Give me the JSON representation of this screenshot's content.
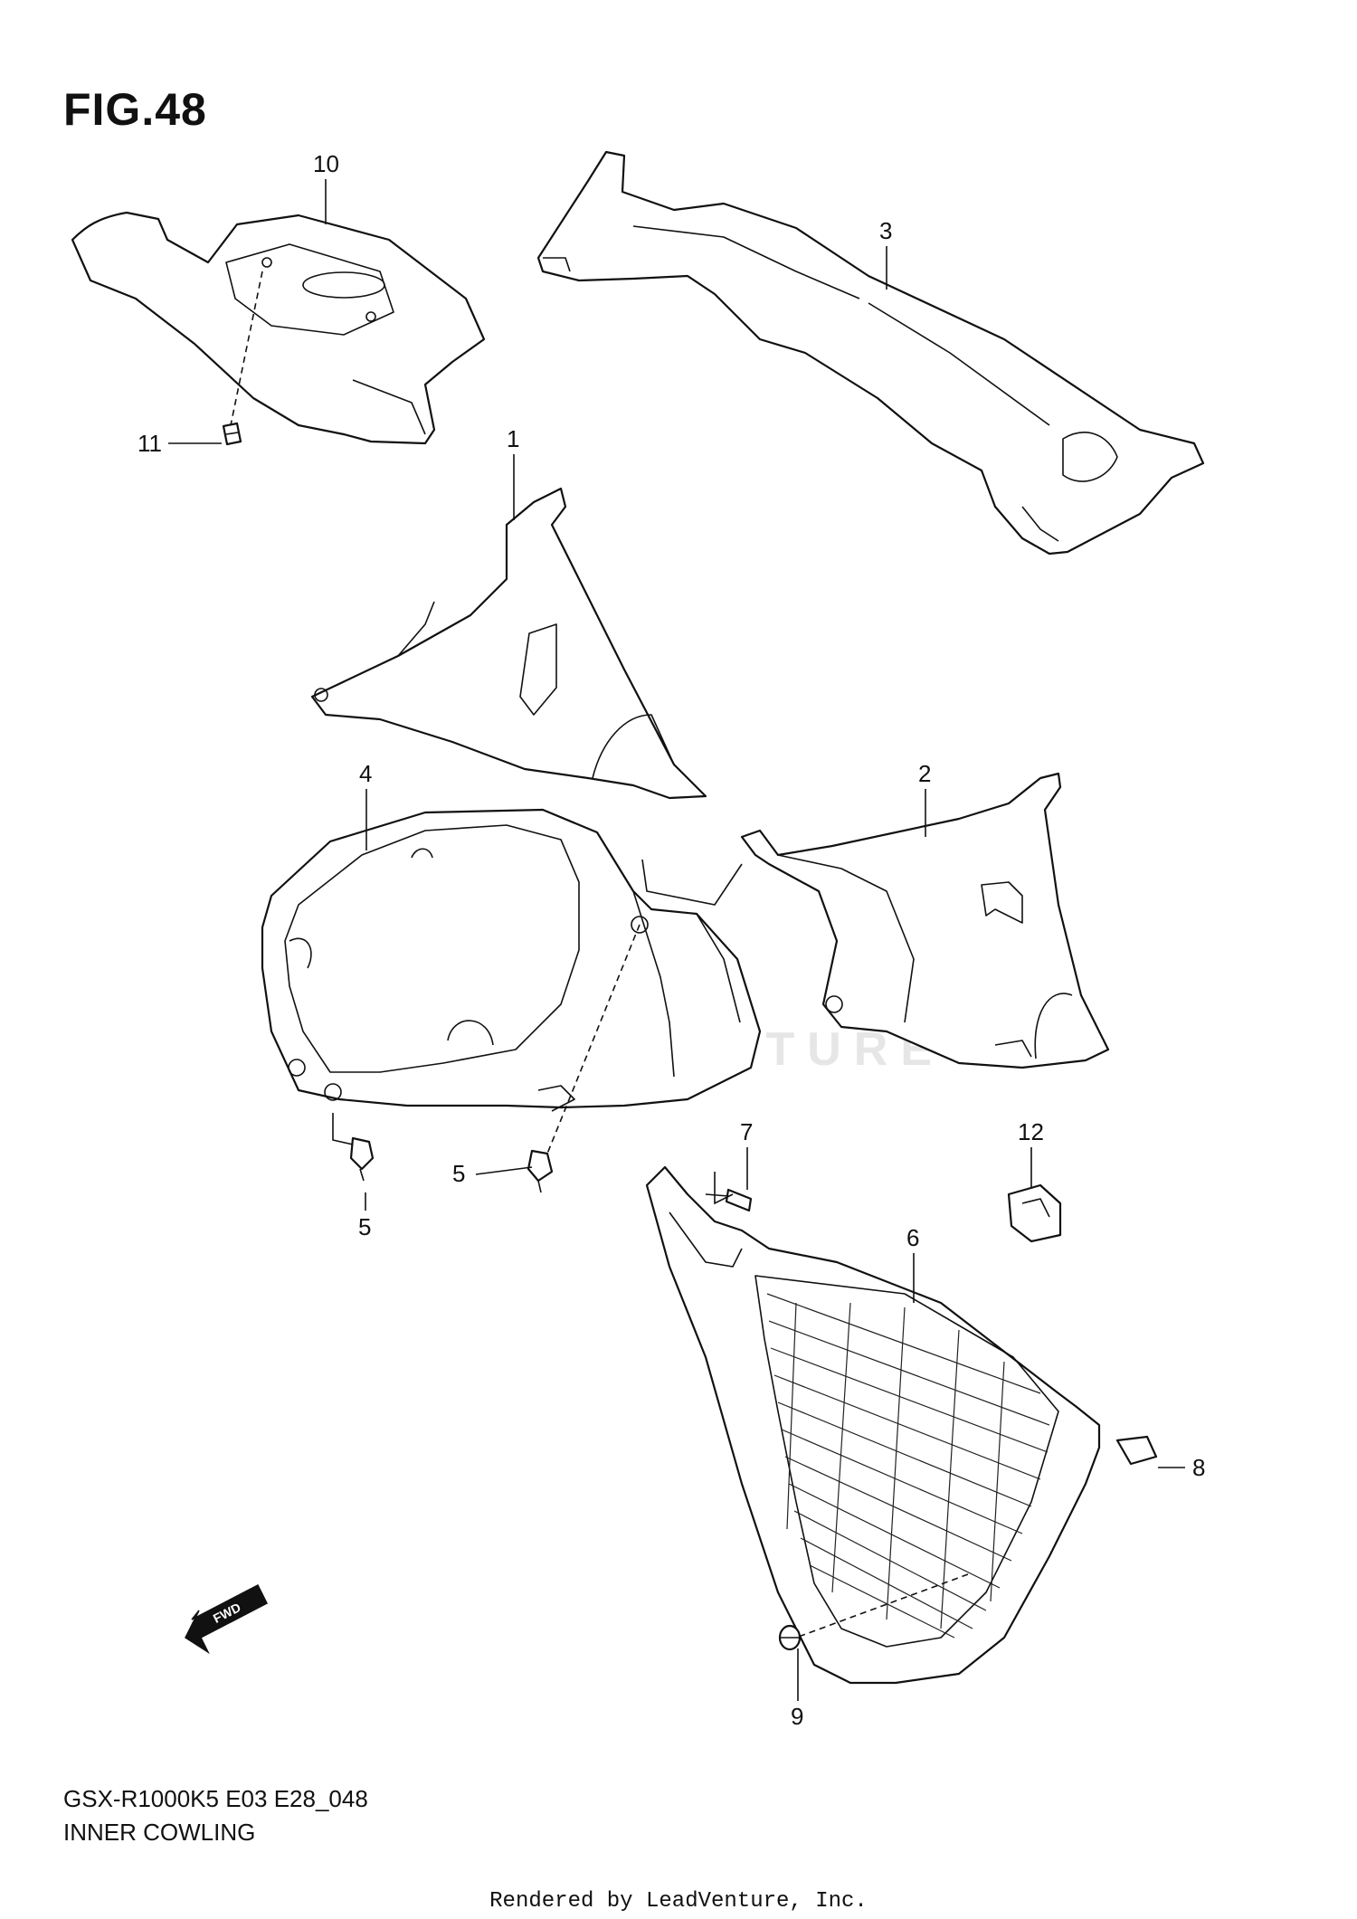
{
  "figure": {
    "title": "FIG.48",
    "model_code": "GSX-R1000K5 E03 E28_048",
    "section_name": "INNER COWLING"
  },
  "callouts": [
    {
      "id": "callout-1",
      "label": "1"
    },
    {
      "id": "callout-2",
      "label": "2"
    },
    {
      "id": "callout-3",
      "label": "3"
    },
    {
      "id": "callout-4",
      "label": "4"
    },
    {
      "id": "callout-5a",
      "label": "5"
    },
    {
      "id": "callout-5b",
      "label": "5"
    },
    {
      "id": "callout-6",
      "label": "6"
    },
    {
      "id": "callout-7",
      "label": "7"
    },
    {
      "id": "callout-8",
      "label": "8"
    },
    {
      "id": "callout-9",
      "label": "9"
    },
    {
      "id": "callout-10",
      "label": "10"
    },
    {
      "id": "callout-11",
      "label": "11"
    },
    {
      "id": "callout-12",
      "label": "12"
    }
  ],
  "fwd_arrow": {
    "label": "FWD"
  },
  "watermark": "LEADVENTURE",
  "credit": "Rendered by LeadVenture, Inc."
}
